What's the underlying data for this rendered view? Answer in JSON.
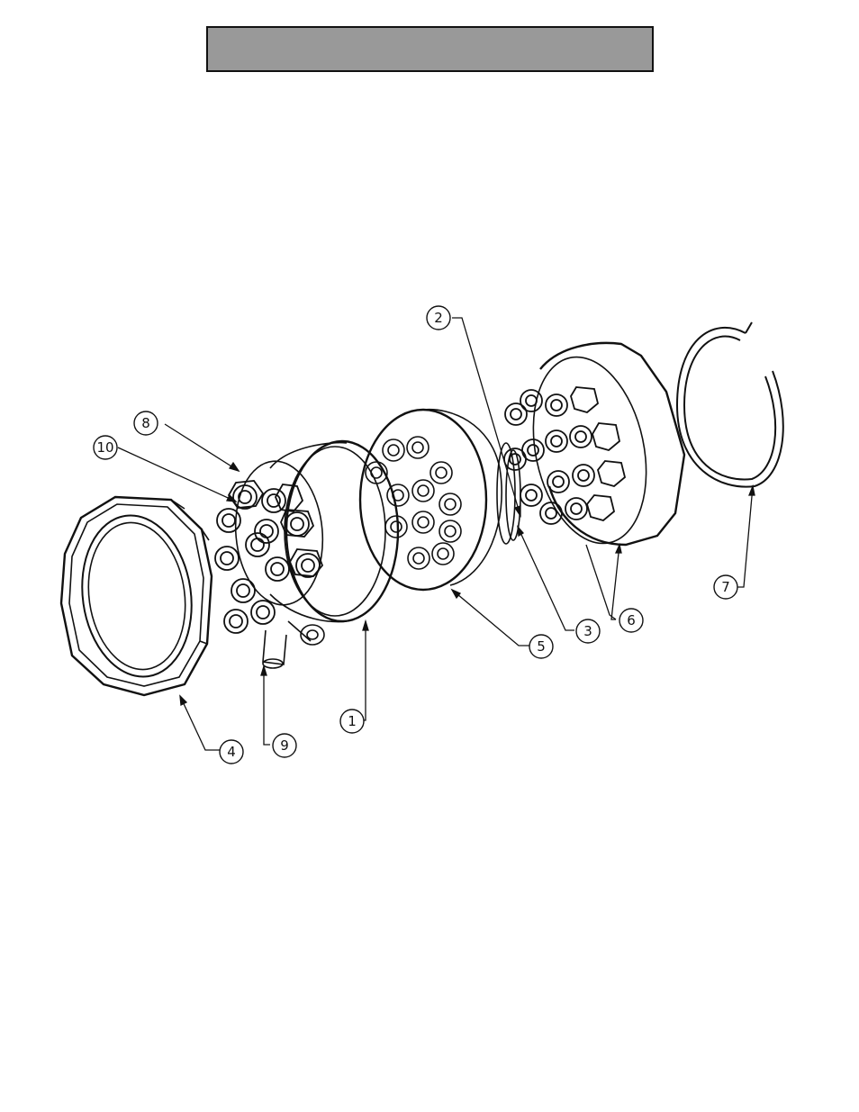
{
  "title": "",
  "callouts": [
    {
      "id": "c1",
      "label": "1"
    },
    {
      "id": "c2",
      "label": "2"
    },
    {
      "id": "c3",
      "label": "3"
    },
    {
      "id": "c4",
      "label": "4"
    },
    {
      "id": "c5",
      "label": "5"
    },
    {
      "id": "c6",
      "label": "6"
    },
    {
      "id": "c7",
      "label": "7"
    },
    {
      "id": "c8",
      "label": "8"
    },
    {
      "id": "c9",
      "label": "9"
    },
    {
      "id": "c10",
      "label": "10"
    }
  ],
  "colors": {
    "title_bar": "#999999",
    "line": "#111111"
  }
}
